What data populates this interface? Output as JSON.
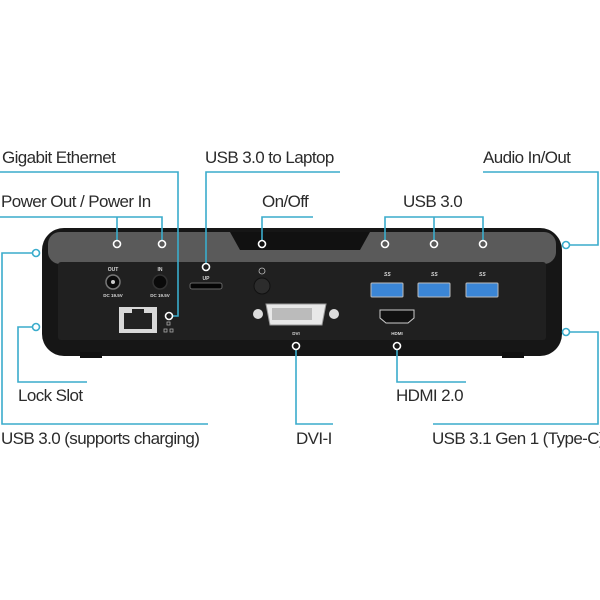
{
  "title": "Docking station rear panel ports",
  "accent_color": "#3aaccc",
  "labels": {
    "gigabit_ethernet": "Gigabit Ethernet",
    "usb_to_laptop": "USB 3.0 to Laptop",
    "audio": "Audio In/Out",
    "power": "Power Out / Power In",
    "on_off": "On/Off",
    "usb30": "USB 3.0",
    "lock_slot": "Lock Slot",
    "hdmi20": "HDMI 2.0",
    "usb_charging": "USB 3.0 (supports charging)",
    "dvi_i": "DVI-I",
    "usb31": "USB 3.1 Gen 1 (Type-C)"
  },
  "device_markings": {
    "out": "OUT",
    "in": "IN",
    "dc_out": "DC 19.5V",
    "dc_in": "DC 19.5V",
    "up": "UP",
    "dvi": "DVI",
    "hdmi": "HDMI",
    "ss": "SS"
  }
}
